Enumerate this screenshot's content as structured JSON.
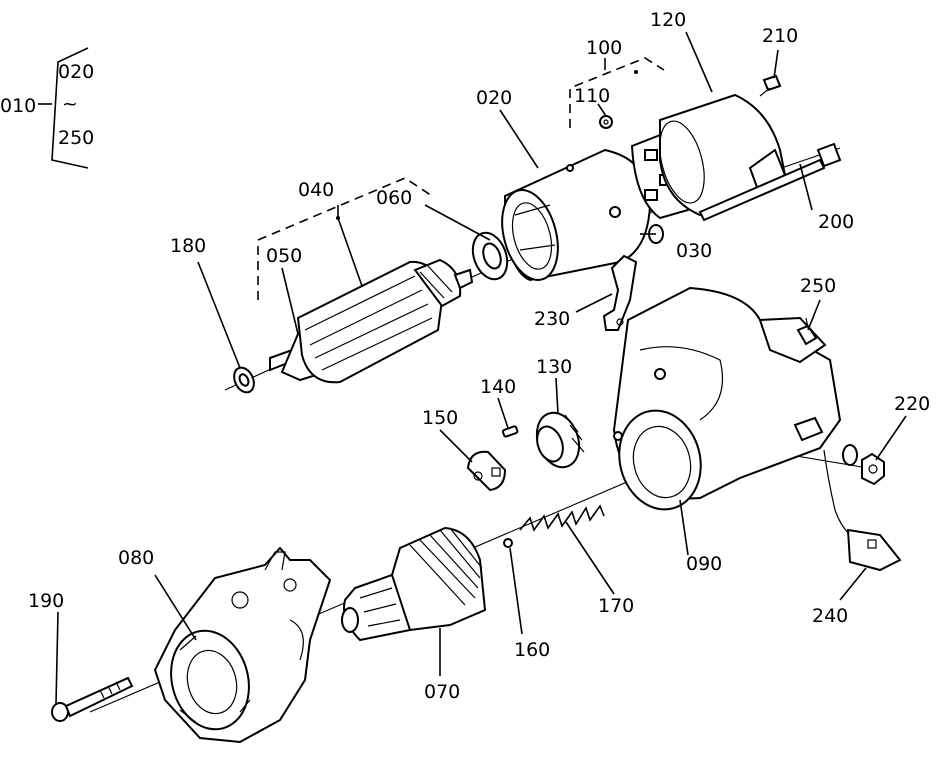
{
  "diagram": {
    "assembly": {
      "main": "010",
      "range_from": "020",
      "range_sep": "~",
      "range_to": "250"
    },
    "labels": {
      "p020": "020",
      "p030": "030",
      "p040": "040",
      "p050": "050",
      "p060": "060",
      "p070": "070",
      "p080": "080",
      "p090": "090",
      "p100": "100",
      "p110": "110",
      "p120": "120",
      "p130": "130",
      "p140": "140",
      "p150": "150",
      "p160": "160",
      "p170": "170",
      "p180": "180",
      "p190": "190",
      "p200": "200",
      "p210": "210",
      "p220": "220",
      "p230": "230",
      "p240": "240",
      "p250": "250"
    }
  }
}
